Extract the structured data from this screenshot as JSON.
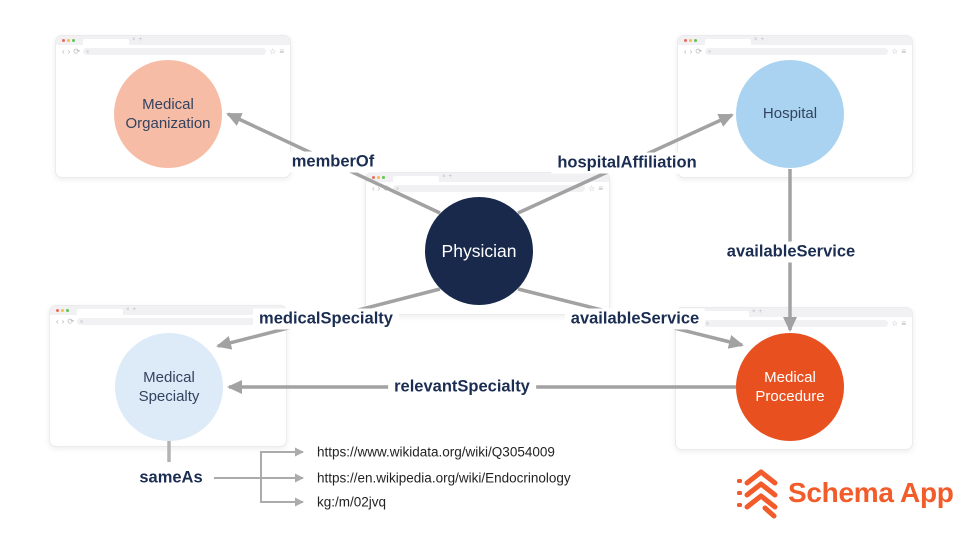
{
  "nodes": [
    {
      "id": "medical-organization",
      "label": "Medical Organization",
      "fill": "#f6bca5",
      "text_color": "#33435f"
    },
    {
      "id": "hospital",
      "label": "Hospital",
      "fill": "#a9d3f0",
      "text_color": "#33435f"
    },
    {
      "id": "physician",
      "label": "Physician",
      "fill": "#18294c",
      "text_color": "#ffffff"
    },
    {
      "id": "medical-specialty",
      "label": "Medical Specialty",
      "fill": "#ddeaf8",
      "text_color": "#33435f"
    },
    {
      "id": "medical-procedure",
      "label": "Medical Procedure",
      "fill": "#e8511f",
      "text_color": "#ffffff"
    }
  ],
  "edges": [
    {
      "label": "memberOf",
      "from": "Physician",
      "to": "Medical Organization"
    },
    {
      "label": "hospitalAffiliation",
      "from": "Physician",
      "to": "Hospital"
    },
    {
      "label": "medicalSpecialty",
      "from": "Physician",
      "to": "Medical Specialty"
    },
    {
      "label": "availableService",
      "from": "Physician",
      "to": "Medical Procedure"
    },
    {
      "label": "availableService",
      "from": "Hospital",
      "to": "Medical Procedure"
    },
    {
      "label": "relevantSpecialty",
      "from": "Medical Procedure",
      "to": "Medical Specialty"
    },
    {
      "label": "sameAs",
      "from": "Medical Specialty",
      "to": "external links"
    }
  ],
  "same_as_links": [
    "https://www.wikidata.org/wiki/Q3054009",
    "https://en.wikipedia.org/wiki/Endocrinology",
    "kg:/m/02jvq"
  ],
  "logo": {
    "text": "Schema App",
    "color": "#f25b2a"
  },
  "chrome": {
    "back": "‹",
    "forward": "›",
    "refresh": "⟳",
    "close_tab": "×",
    "new_tab": "+",
    "bookmark": "☆",
    "menu": "≡"
  },
  "colors": {
    "arrow": "#a2a2a2",
    "edge_label": "#1b2d52",
    "background": "#ffffff"
  }
}
